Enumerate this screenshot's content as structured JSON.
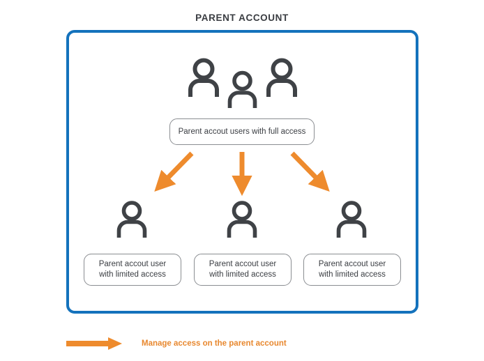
{
  "title": "PARENT ACCOUNT",
  "colors": {
    "frame_blue": "#1472bc",
    "arrow_orange": "#ee8b2d",
    "icon_gray": "#3f4246",
    "box_border_gray": "#8a8d91",
    "text_dark": "#3a3d42",
    "legend_text": "#e8882f"
  },
  "top_group": {
    "icons": [
      {
        "name": "person-icon-full-access-1"
      },
      {
        "name": "person-icon-full-access-2"
      },
      {
        "name": "person-icon-full-access-3"
      }
    ],
    "label": "Parent accout users with full access"
  },
  "arrows": [
    {
      "name": "arrow-to-limited-user-left",
      "direction": "down-left"
    },
    {
      "name": "arrow-to-limited-user-center",
      "direction": "down"
    },
    {
      "name": "arrow-to-limited-user-right",
      "direction": "down-right"
    }
  ],
  "bottom_group": [
    {
      "icon": "person-icon-limited-access-1",
      "label_line1": "Parent accout user",
      "label_line2": "with limited access"
    },
    {
      "icon": "person-icon-limited-access-2",
      "label_line1": "Parent accout user",
      "label_line2": "with limited access"
    },
    {
      "icon": "person-icon-limited-access-3",
      "label_line1": "Parent accout user",
      "label_line2": "with limited access"
    }
  ],
  "legend": {
    "arrow_icon": "right-arrow-icon",
    "text": "Manage access on the parent account"
  }
}
